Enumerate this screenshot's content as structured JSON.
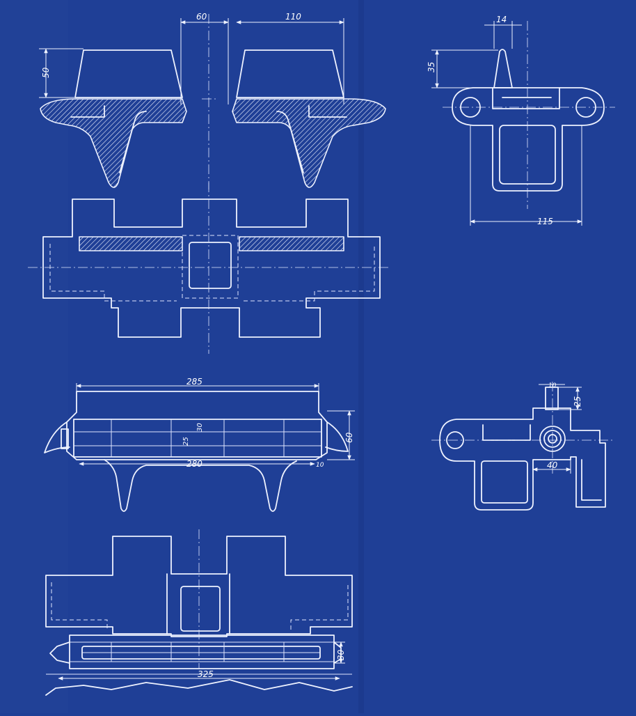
{
  "drawing": {
    "colors": {
      "paper": "#1f3f96",
      "ink": "#eef2ff"
    },
    "dimensions": {
      "top_gap": "60",
      "top_width": "110",
      "top_height": "50",
      "horn_width": "14",
      "horn_height": "35",
      "end_width": "115",
      "side_length": "285",
      "side_inner": "280",
      "side_height": "60",
      "side_small": "10",
      "side_mid_a": "25",
      "side_mid_b": "30",
      "pin_width": "10",
      "pin_height": "25",
      "pin_base": "40",
      "bottom_length": "325",
      "bottom_height": "30"
    }
  }
}
